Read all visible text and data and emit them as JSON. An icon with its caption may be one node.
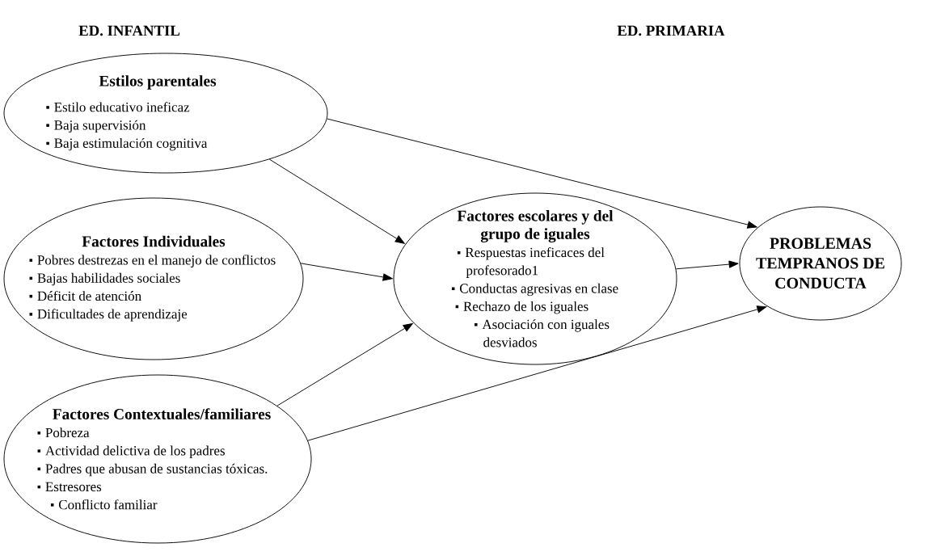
{
  "diagram": {
    "nodes": [
      {
        "text": [
          "Estilos parentales",
          "Estilo educativo ineficaz",
          "Baja supervisión",
          "Baja estimulación cognitiva"
        ]
      },
      {
        "text": [
          "Factores Individuales",
          "Pobres destrezas en el manejo de conflictos",
          "Bajas habilidades sociales",
          "Déficit de atención",
          "Dificultades de aprendizaje"
        ]
      },
      {
        "text": [
          "Factores Contextuales/familiares",
          "Pobreza",
          "Actividad delictiva de los padres",
          "Padres que abusan de sustancias tóxicas.",
          "Estresores",
          "Conflicto familiar"
        ]
      },
      {
        "text": [
          "Factores escolares y del grupo de iguales",
          "Respuestas ineficaces del profesorado1",
          "Conductas agresivas en clase",
          "Rechazo de los iguales",
          "Asociación con iguales desviados"
        ]
      },
      {
        "text": [
          "PROBLEMAS TEMPRANOS DE CONDUCTA"
        ]
      }
    ],
    "edges": [
      {
        "from": 0,
        "to": 3,
        "arrow": "to"
      },
      {
        "from": 0,
        "to": 4,
        "arrow": "to"
      },
      {
        "from": 1,
        "to": 3,
        "arrow": "to"
      },
      {
        "from": 2,
        "to": 3,
        "arrow": "to"
      },
      {
        "from": 2,
        "to": 4,
        "arrow": "to"
      },
      {
        "from": 3,
        "to": 4,
        "arrow": "to"
      }
    ],
    "labels": [
      "ED. INFANTIL",
      "ED. PRIMARIA"
    ]
  }
}
